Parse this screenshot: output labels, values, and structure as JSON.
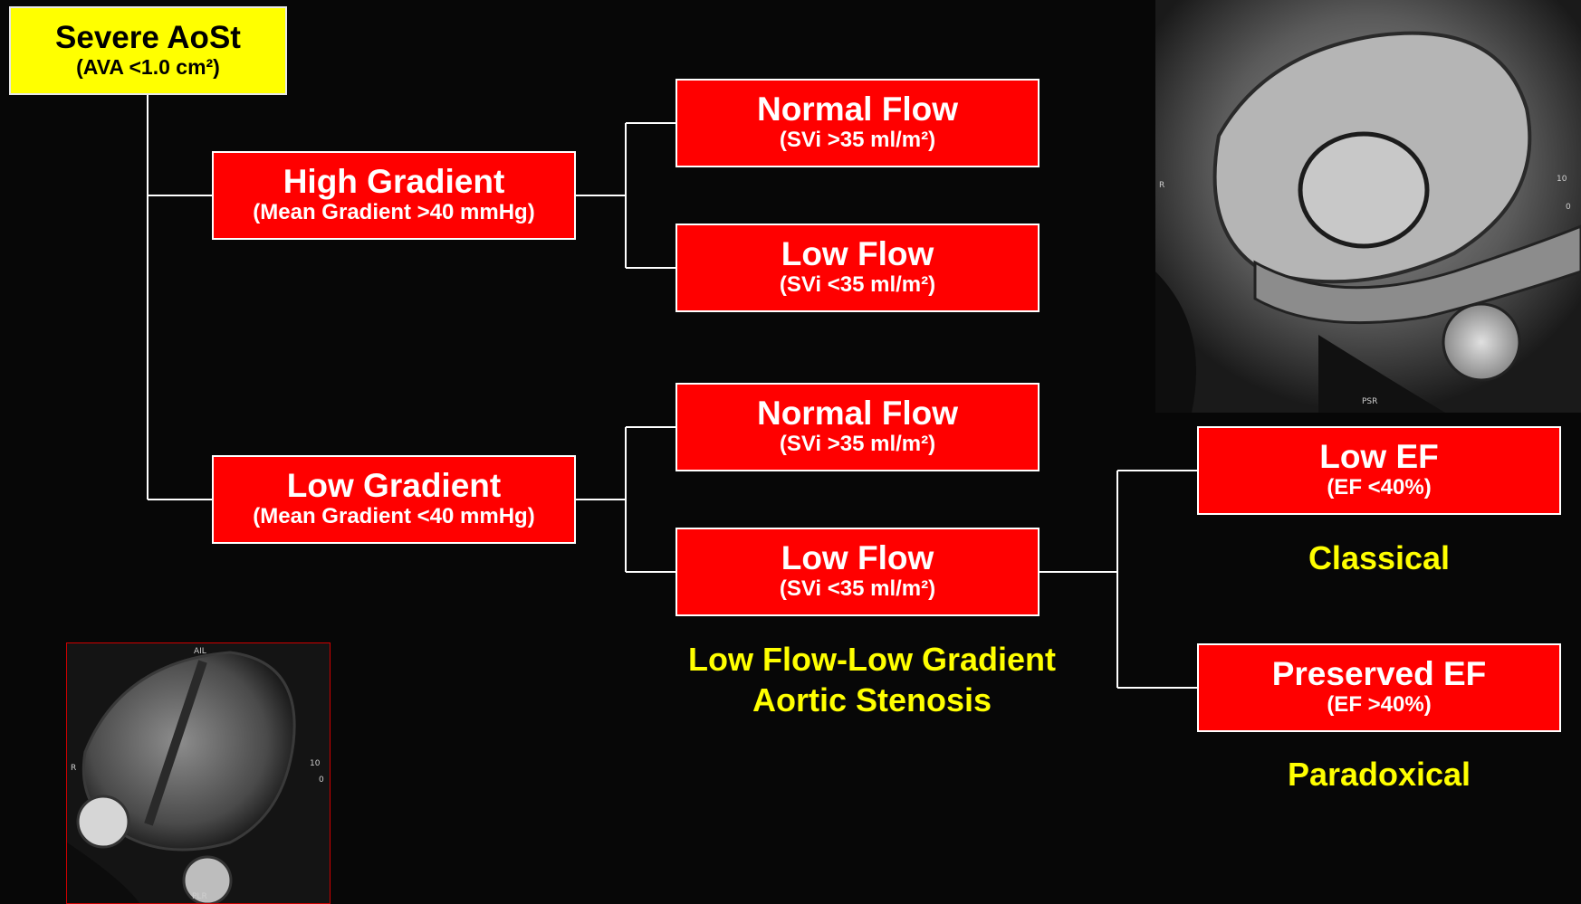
{
  "root": {
    "title": "Severe AoSt",
    "subtitle": "(AVA <1.0 cm²)",
    "color": "#ffff00"
  },
  "gradients": {
    "high": {
      "title": "High Gradient",
      "subtitle": "(Mean Gradient >40 mmHg)",
      "normal_flow": {
        "title": "Normal Flow",
        "subtitle": "(SVi >35 ml/m²)"
      },
      "low_flow": {
        "title": "Low Flow",
        "subtitle": "(SVi <35 ml/m²)"
      }
    },
    "low": {
      "title": "Low Gradient",
      "subtitle": "(Mean Gradient <40 mmHg)",
      "normal_flow": {
        "title": "Normal Flow",
        "subtitle": "(SVi >35 ml/m²)"
      },
      "low_flow": {
        "title": "Low Flow",
        "subtitle": "(SVi <35 ml/m²)"
      }
    }
  },
  "ejection_fraction": {
    "low": {
      "title": "Low EF",
      "subtitle": "(EF <40%)",
      "caption": "Classical"
    },
    "preserved": {
      "title": "Preserved EF",
      "subtitle": "(EF >40%)",
      "caption": "Paradoxical"
    }
  },
  "lflg_caption": {
    "line1": "Low Flow-Low Gradient",
    "line2": "Aortic Stenosis"
  },
  "mri_top": {
    "label_left": "R",
    "label_right": "10",
    "label_right2": "0",
    "label_bottom": "PSR"
  },
  "mri_bottom": {
    "label_top": "AIL",
    "label_left": "R",
    "label_right": "10",
    "label_right2": "0",
    "label_bottom": "PLR"
  },
  "colors": {
    "box_fill": "#ff0000",
    "box_border": "#ffffff",
    "caption": "#ffff00",
    "background": "#070707",
    "connector": "#ffffff"
  }
}
